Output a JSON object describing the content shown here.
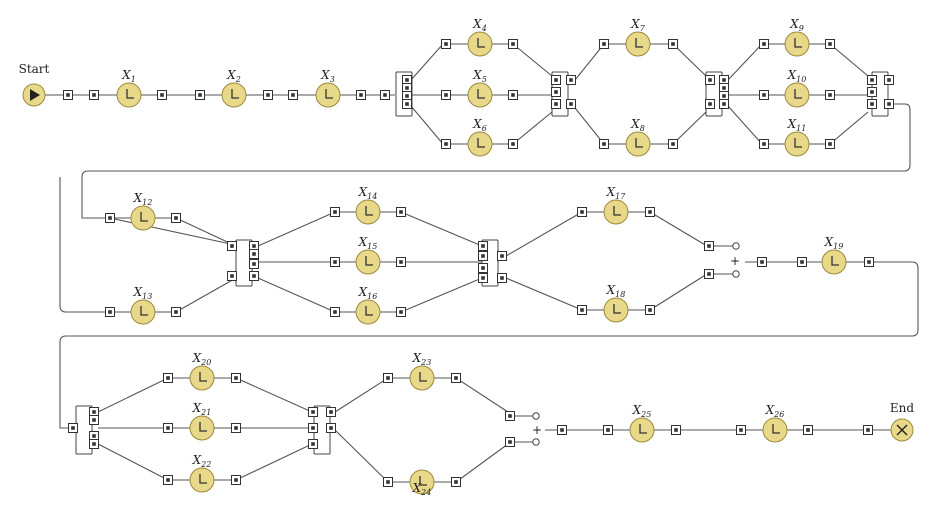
{
  "diagram": {
    "start_label": "Start",
    "end_label": "End",
    "join_symbol": "+",
    "tasks": [
      {
        "id": "X1",
        "base": "X",
        "sub": "1"
      },
      {
        "id": "X2",
        "base": "X",
        "sub": "2"
      },
      {
        "id": "X3",
        "base": "X",
        "sub": "3"
      },
      {
        "id": "X4",
        "base": "X",
        "sub": "4"
      },
      {
        "id": "X5",
        "base": "X",
        "sub": "5"
      },
      {
        "id": "X6",
        "base": "X",
        "sub": "6"
      },
      {
        "id": "X7",
        "base": "X",
        "sub": "7"
      },
      {
        "id": "X8",
        "base": "X",
        "sub": "8"
      },
      {
        "id": "X9",
        "base": "X",
        "sub": "9"
      },
      {
        "id": "X10",
        "base": "X",
        "sub": "10"
      },
      {
        "id": "X11",
        "base": "X",
        "sub": "11"
      },
      {
        "id": "X12",
        "base": "X",
        "sub": "12"
      },
      {
        "id": "X13",
        "base": "X",
        "sub": "13"
      },
      {
        "id": "X14",
        "base": "X",
        "sub": "14"
      },
      {
        "id": "X15",
        "base": "X",
        "sub": "15"
      },
      {
        "id": "X16",
        "base": "X",
        "sub": "16"
      },
      {
        "id": "X17",
        "base": "X",
        "sub": "17"
      },
      {
        "id": "X18",
        "base": "X",
        "sub": "18"
      },
      {
        "id": "X19",
        "base": "X",
        "sub": "19"
      },
      {
        "id": "X20",
        "base": "X",
        "sub": "20"
      },
      {
        "id": "X21",
        "base": "X",
        "sub": "21"
      },
      {
        "id": "X22",
        "base": "X",
        "sub": "22"
      },
      {
        "id": "X23",
        "base": "X",
        "sub": "23"
      },
      {
        "id": "X24",
        "base": "X",
        "sub": "24"
      },
      {
        "id": "X25",
        "base": "X",
        "sub": "25"
      },
      {
        "id": "X26",
        "base": "X",
        "sub": "26"
      }
    ],
    "colors": {
      "task_fill": "#e8d98a",
      "task_stroke": "#9c8a3a",
      "wire": "#555555"
    },
    "icons": {
      "start": "play-icon",
      "end": "x-circle-icon",
      "task": "clock-icon"
    }
  }
}
